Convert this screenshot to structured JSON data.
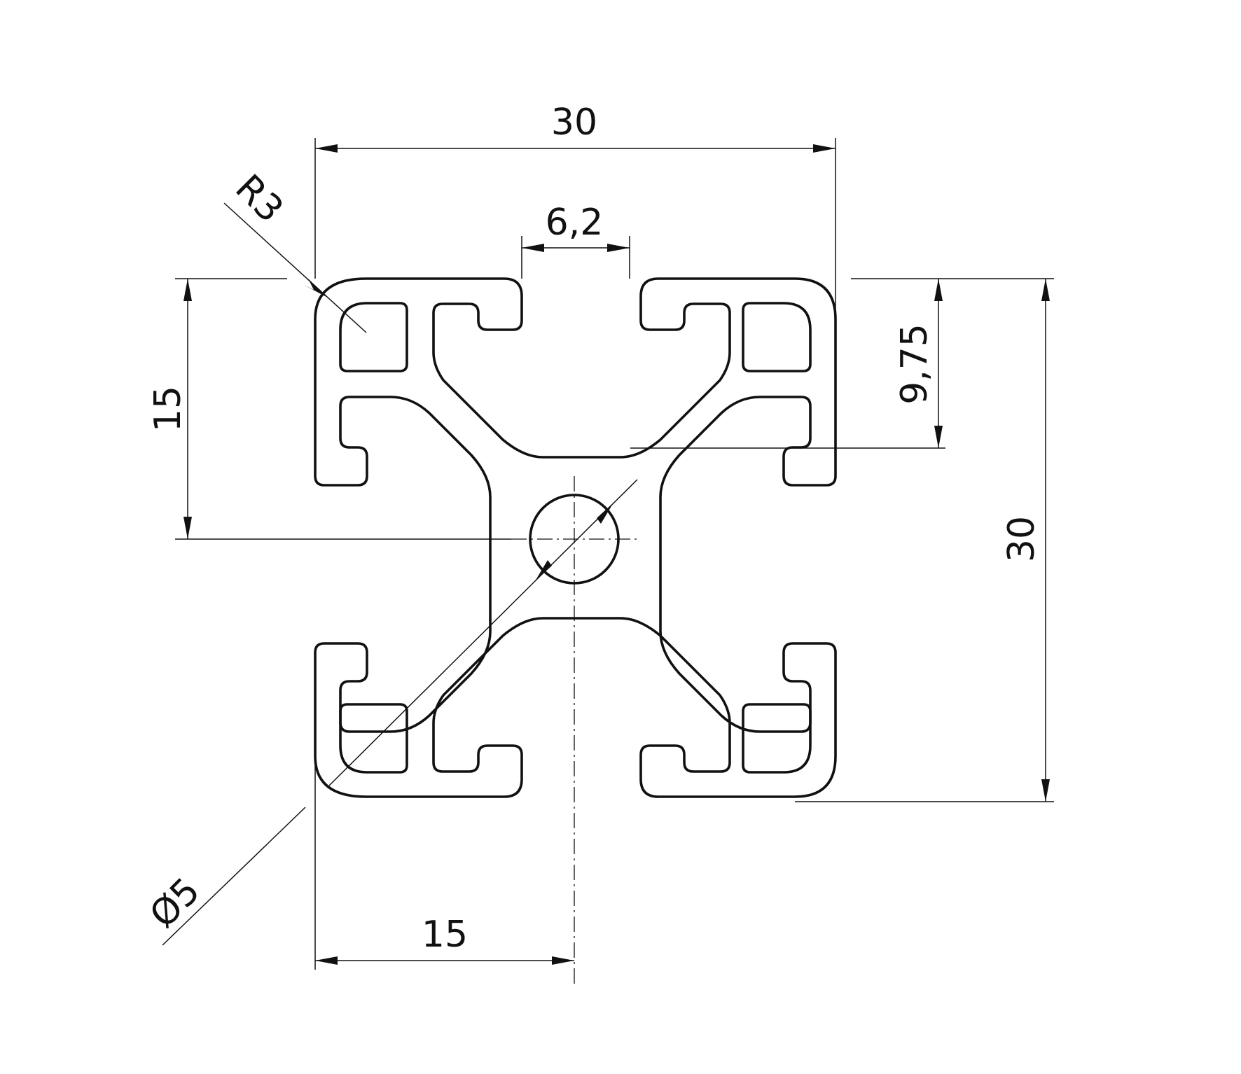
{
  "drawing": {
    "dim_width_top": "30",
    "dim_slot_width": "6,2",
    "dim_radius": "R3",
    "dim_half_height": "15",
    "dim_depth": "9,75",
    "dim_height": "30",
    "dim_bore": "Ø5",
    "dim_half_width": "15",
    "line_color": "#111111"
  }
}
